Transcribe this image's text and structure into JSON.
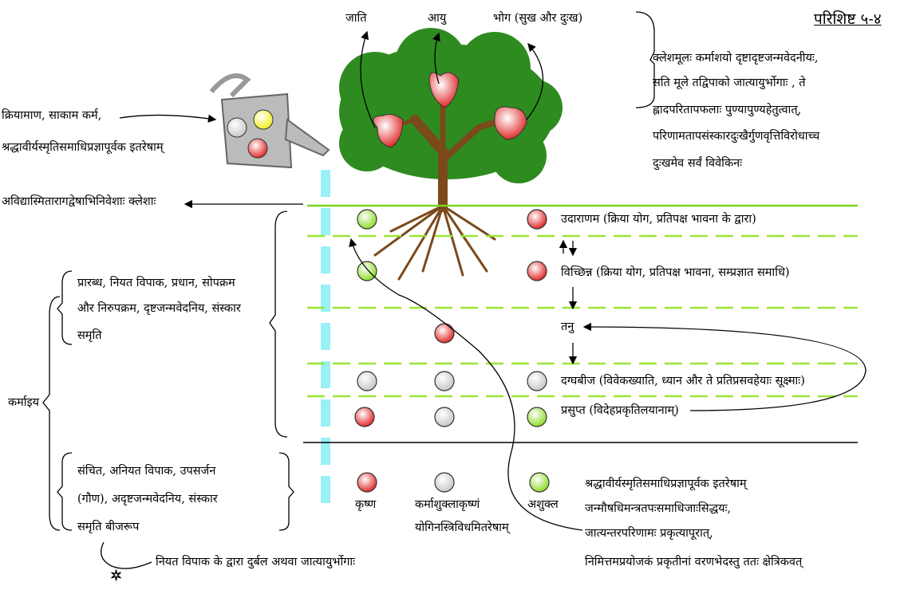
{
  "title": "परिशिष्ट ५-४",
  "fruits": {
    "jati": "जाति",
    "ayu": "आयु",
    "bhoga": "भोग (सुख और दुःख)"
  },
  "verse_top": [
    "क्लेशमूलः कर्माशयो दृष्टादृष्टजन्मवेदनीयः,",
    "सति मूले तद्विपाको जात्यायुर्भोगाः , ते",
    "ह्लादपरितापफलाः पुण्यापुण्यहेतुत्वात्,",
    "परिणामतापसंस्कारदुःखैर्गुणवृत्तिविरोधाच्च",
    "दुःखमेव सर्वं विवेकिनः"
  ],
  "watering": {
    "line1": "क्रियामाण, साकाम कर्म,",
    "line2": "श्रद्धावीर्यस्मृतिसमाधिप्रज्ञापूर्वक इतरेषाम्"
  },
  "kleshas": "अविद्यास्मितारागद्वेषाभिनिवेशाः क्लेशाः",
  "karmashaya": "कर्माइय",
  "prarabdha": [
    "प्रारब्ध, नियत विपाक, प्रधान, सोपक्रम",
    "और निरुपक्रम, दृष्टजन्मवेदनिय, संस्कार",
    "समृति"
  ],
  "sanchit": [
    "संचित, अनियत विपाक, उपसर्जन",
    "(गौण), अदृष्टजन्मवेदनिय,  संस्कार",
    "समृति बीजरूप"
  ],
  "bottom_note": "नियत विपाक के द्वारा दुर्बल अथवा जात्यायुर्भोगाः",
  "states": {
    "udara": "उदाराणम (क्रिया योग, प्रतिपक्ष भावना के द्वारा)",
    "vicchinna": "विच्छिन्न (क्रिया योग, प्रतिपक्ष भावना, सम्प्रज्ञात समाधि)",
    "tanu": "तनु",
    "dagdhabija": "दग्घबीज (विवेकख्याति, ध्यान और ते प्रतिप्रसवहेयाः सूक्ष्माः)",
    "prasupta": "प्रसुप्त (विदेहप्रकृतिलयानाम्)"
  },
  "karma_types": {
    "krishna": "कृष्ण",
    "mixed": "कर्माशुक्लाकृष्णं",
    "mixed2": "योगिनस्त्रिविधमितरेषाम्",
    "ashukla": "अशुक्ल"
  },
  "verse_bottom": [
    "श्रद्धावीर्यस्मृतिसमाधिप्रज्ञापूर्वक इतरेषाम्",
    "जन्मौषधिमन्त्रतपःसमाधिजाःसिद्धयः,",
    "जात्यन्तरपरिणामः प्रकृत्यापूरात्,",
    "निमित्तमप्रयोजकं प्रकृतीनां वरणभेदस्तु ततः क्षेत्रिकवत्"
  ],
  "colors": {
    "green": "#99e633",
    "red": "#e33",
    "cyan": "#99f0f5",
    "canopy": "#2e8b1f",
    "trunk": "#7a4a1a"
  }
}
